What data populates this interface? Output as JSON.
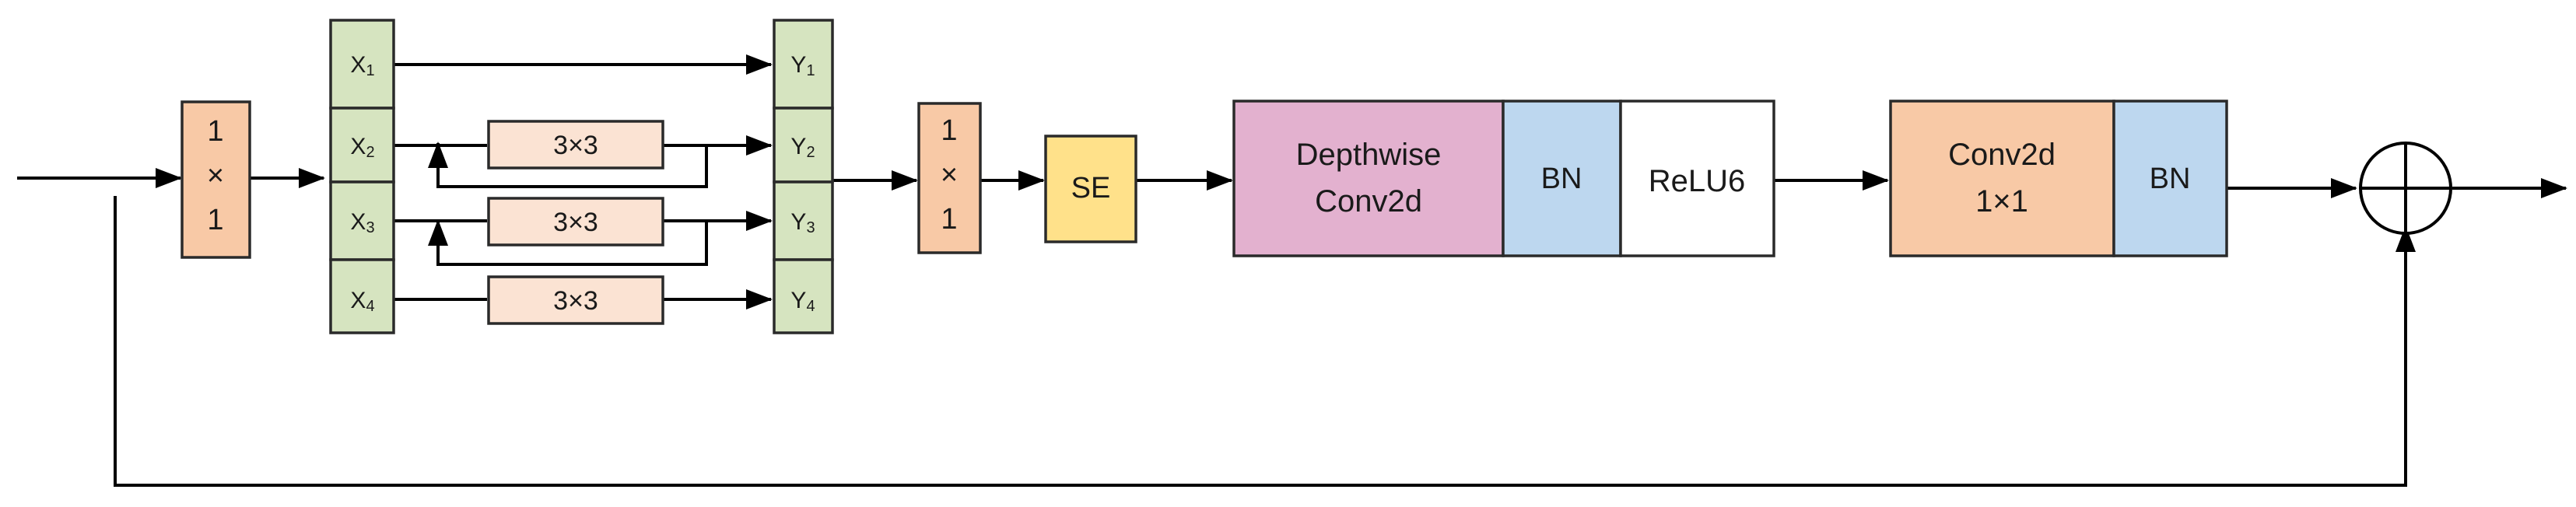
{
  "colors": {
    "conv1x1": "#f8c9a6",
    "split": "#d6e4c0",
    "conv3x3": "#fbe3d3",
    "se": "#ffe18a",
    "depthwise": "#e3b1cf",
    "bn": "#bdd7ef",
    "relu": "#ffffff",
    "conv2d": "#f8c9a6",
    "line": "#000000"
  },
  "blocks": {
    "conv1x1_in": {
      "line1": "1",
      "line2": "×",
      "line3": "1"
    },
    "split_inputs": [
      "X",
      "X",
      "X",
      "X"
    ],
    "split_input_subs": [
      "1",
      "2",
      "3",
      "4"
    ],
    "split_outputs": [
      "Y",
      "Y",
      "Y",
      "Y"
    ],
    "split_output_subs": [
      "1",
      "2",
      "3",
      "4"
    ],
    "conv3x3": [
      "3×3",
      "3×3",
      "3×3"
    ],
    "conv1x1_out": {
      "line1": "1",
      "line2": "×",
      "line3": "1"
    },
    "se": "SE",
    "depthwise": {
      "line1": "Depthwise",
      "line2": "Conv2d"
    },
    "bn_1": "BN",
    "relu": "ReLU6",
    "conv2d": {
      "line1": "Conv2d",
      "line2": "1×1"
    },
    "bn_2": "BN"
  },
  "icons": {
    "add": "circle-plus-icon"
  }
}
